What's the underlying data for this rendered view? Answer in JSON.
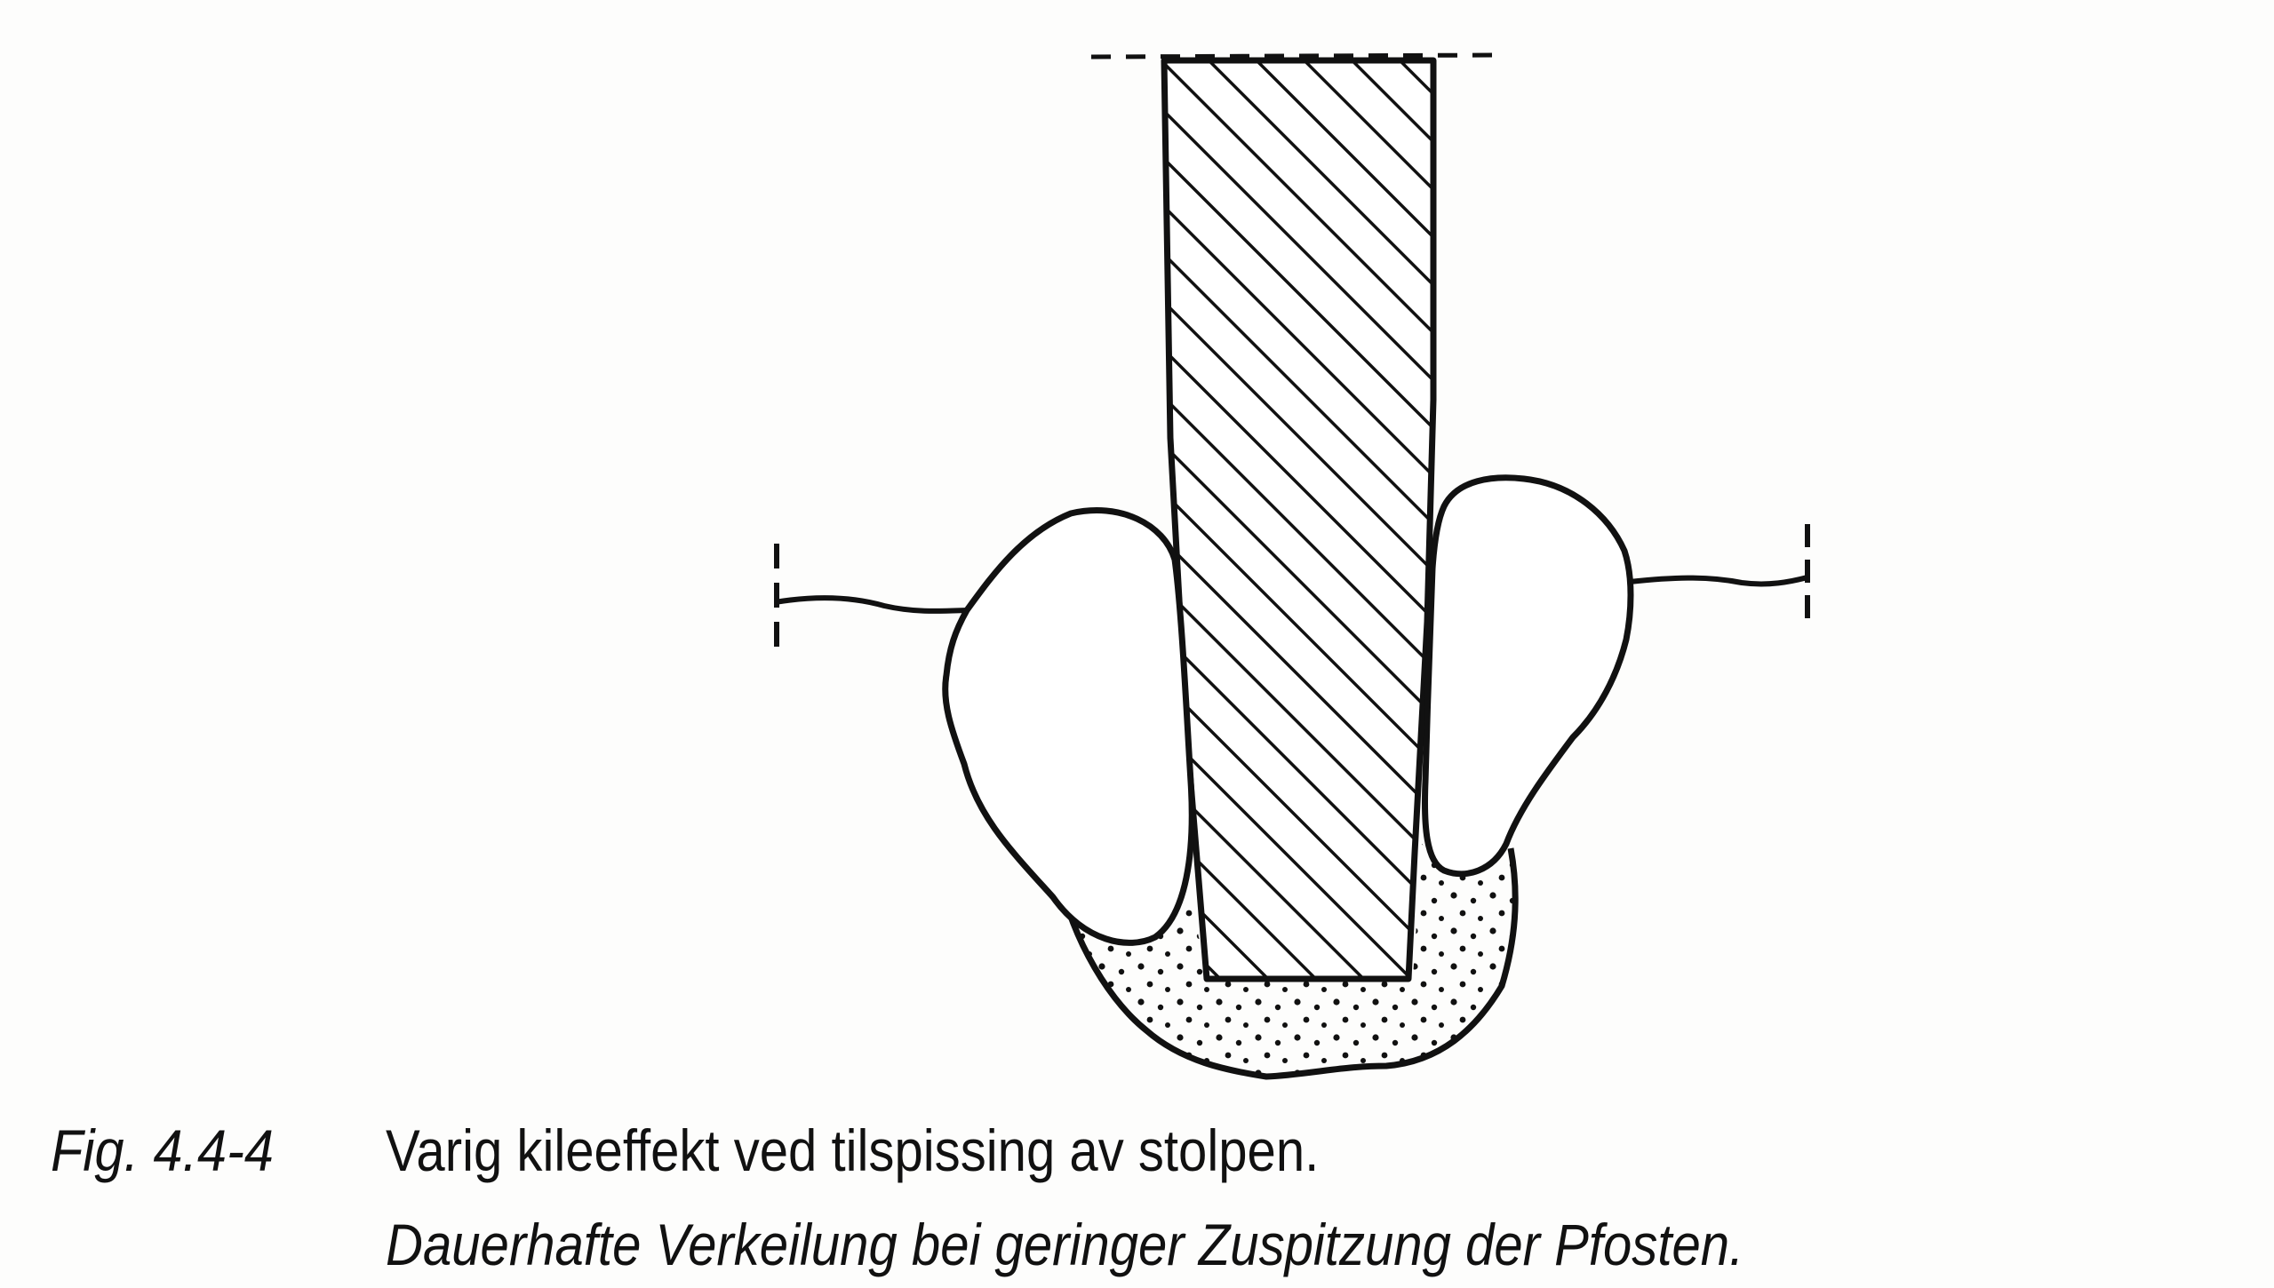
{
  "figure": {
    "label": "Fig. 4.4-4",
    "caption_no": "Varig kileeffekt ved tilspissing av stolpen.",
    "caption_de": "Dauerhafte Verkeilung bei geringer Zuspitzung der Pfosten.",
    "elements": [
      "post (hatched)",
      "left stone",
      "right stone",
      "sand/gravel fill (stippled)",
      "ground line",
      "dashed cut lines"
    ],
    "colors": {
      "ink": "#111111",
      "paper": "#fdfdfc"
    }
  }
}
